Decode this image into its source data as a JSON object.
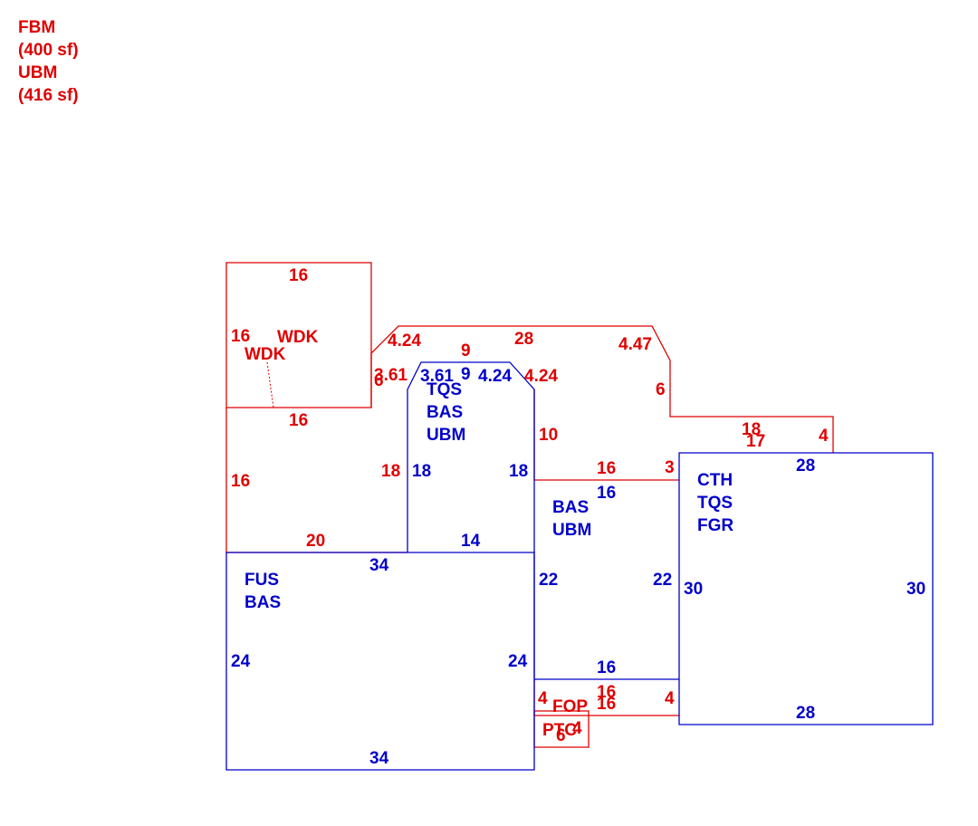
{
  "legend": [
    "FBM",
    "(400 sf)",
    "UBM",
    "(416 sf)"
  ],
  "colors": {
    "red": "#e00000",
    "blue": "#0000cc"
  },
  "area_labels": {
    "wdk_1": "WDK",
    "wdk_2": "WDK",
    "tqs_block": [
      "TQS",
      "BAS",
      "UBM"
    ],
    "bas_block": [
      "BAS",
      "UBM"
    ],
    "garage_block": [
      "CTH",
      "TQS",
      "FGR"
    ],
    "fus_block": [
      "FUS",
      "BAS"
    ],
    "fop": "FOP",
    "ptc": "PTC"
  },
  "dimensions_red": {
    "wdk_top": "16",
    "wdk_left": "16",
    "wdk_bottom": "16",
    "left_lower": "16",
    "left_bottom": "20",
    "inner_18": "18",
    "roof_diag_a": "4.24",
    "roof_top_a": "9",
    "roof_top_b": "28",
    "roof_diag_b": "4.47",
    "small_361": "3.61",
    "small_6": "6",
    "diag_424": "4.24",
    "right_10": "10",
    "right_6": "6",
    "step_18": "18",
    "step_17": "17",
    "step_4": "4",
    "bas_top_16": "16",
    "bas_3": "3",
    "fop_4_left": "4",
    "fop_16_top": "16",
    "fop_16_bottom": "16",
    "fop_4_right": "4",
    "ptc_4": "4",
    "ptc_6": "6"
  },
  "dimensions_blue": {
    "tqs_361": "3.61",
    "tqs_9": "9",
    "tqs_424": "4.24",
    "tqs_18_left": "18",
    "tqs_18_right": "18",
    "tqs_14": "14",
    "bas_16_top": "16",
    "bas_22_left": "22",
    "bas_22_right": "22",
    "bas_16_bottom": "16",
    "fus_34_top": "34",
    "fus_24_left": "24",
    "fus_24_right": "24",
    "fus_34_bottom": "34",
    "gar_28_top": "28",
    "gar_30_left": "30",
    "gar_30_right": "30",
    "gar_28_bottom": "28"
  }
}
